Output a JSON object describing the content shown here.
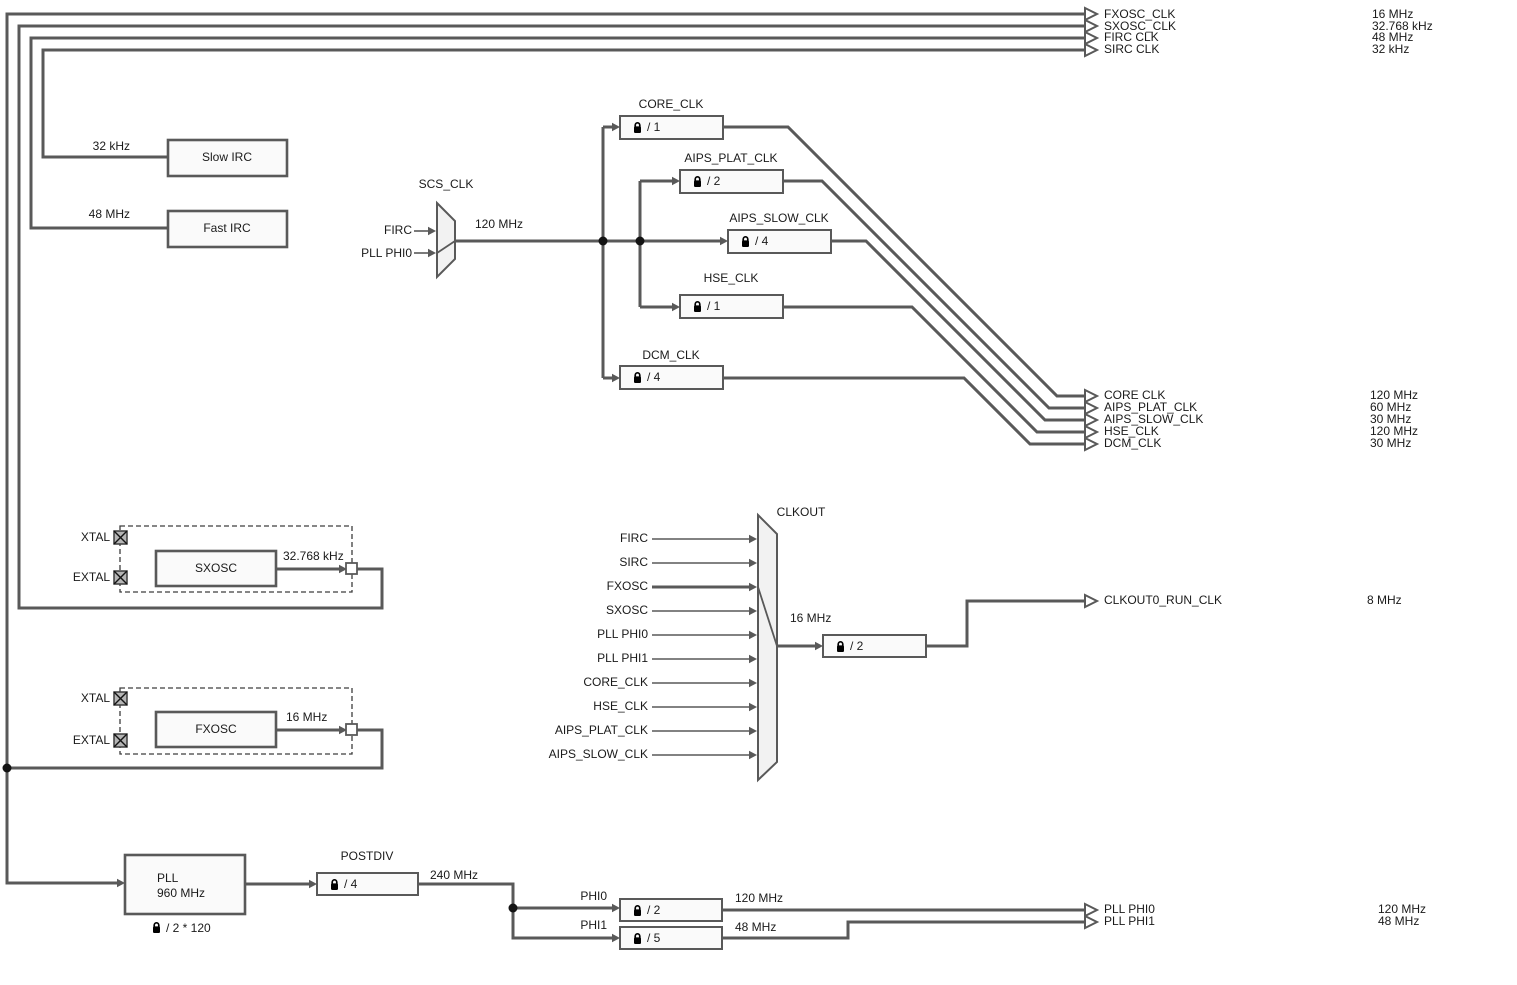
{
  "colors": {
    "wire": "#595959",
    "box_fill": "#fafafa",
    "box_border": "#595959",
    "text": "#1a1a1a",
    "lock": "#000000"
  },
  "outputs_top": [
    {
      "label": "FXOSC_CLK",
      "freq": "16 MHz"
    },
    {
      "label": "SXOSC_CLK",
      "freq": "32.768 kHz"
    },
    {
      "label": "FIRC CLK",
      "freq": "48 MHz"
    },
    {
      "label": "SIRC CLK",
      "freq": "32 kHz"
    }
  ],
  "irc": {
    "slow": {
      "label": "Slow IRC",
      "freq": "32 kHz"
    },
    "fast": {
      "label": "Fast IRC",
      "freq": "48 MHz"
    }
  },
  "scs": {
    "title": "SCS_CLK",
    "inputs": [
      "FIRC",
      "PLL PHI0"
    ],
    "selected_input": "PLL PHI0",
    "out_freq": "120 MHz"
  },
  "dividers": {
    "core": {
      "title": "CORE_CLK",
      "value": "/ 1"
    },
    "aips_plat": {
      "title": "AIPS_PLAT_CLK",
      "value": "/ 2"
    },
    "aips_slow": {
      "title": "AIPS_SLOW_CLK",
      "value": "/ 4"
    },
    "hse": {
      "title": "HSE_CLK",
      "value": "/ 1"
    },
    "dcm": {
      "title": "DCM_CLK",
      "value": "/ 4"
    }
  },
  "outputs_mid": [
    {
      "label": "CORE CLK",
      "freq": "120 MHz"
    },
    {
      "label": "AIPS_PLAT_CLK",
      "freq": "60 MHz"
    },
    {
      "label": "AIPS_SLOW_CLK",
      "freq": "30 MHz"
    },
    {
      "label": "HSE_CLK",
      "freq": "120 MHz"
    },
    {
      "label": "DCM_CLK",
      "freq": "30 MHz"
    }
  ],
  "sxosc": {
    "pin1": "XTAL",
    "pin2": "EXTAL",
    "label": "SXOSC",
    "freq": "32.768 kHz"
  },
  "fxosc": {
    "pin1": "XTAL",
    "pin2": "EXTAL",
    "label": "FXOSC",
    "freq": "16 MHz"
  },
  "clkout": {
    "title": "CLKOUT",
    "inputs": [
      "FIRC",
      "SIRC",
      "FXOSC",
      "SXOSC",
      "PLL PHI0",
      "PLL PHI1",
      "CORE_CLK",
      "HSE_CLK",
      "AIPS_PLAT_CLK",
      "AIPS_SLOW_CLK"
    ],
    "selected_input": "FXOSC",
    "out_freq": "16 MHz",
    "divider_value": "/ 2",
    "output": {
      "label": "CLKOUT0_RUN_CLK",
      "freq": "8 MHz"
    }
  },
  "pll": {
    "label": "PLL",
    "freq": "960 MHz",
    "multiplier": "/ 2 * 120",
    "postdiv": {
      "title": "POSTDIV",
      "value": "/ 4",
      "out_freq": "240 MHz"
    },
    "phi0": {
      "label": "PHI0",
      "value": "/ 2",
      "out_freq": "120 MHz"
    },
    "phi1": {
      "label": "PHI1",
      "value": "/ 5",
      "out_freq": "48 MHz"
    }
  },
  "outputs_pll": [
    {
      "label": "PLL PHI0",
      "freq": "120 MHz"
    },
    {
      "label": "PLL PHI1",
      "freq": "48 MHz"
    }
  ]
}
